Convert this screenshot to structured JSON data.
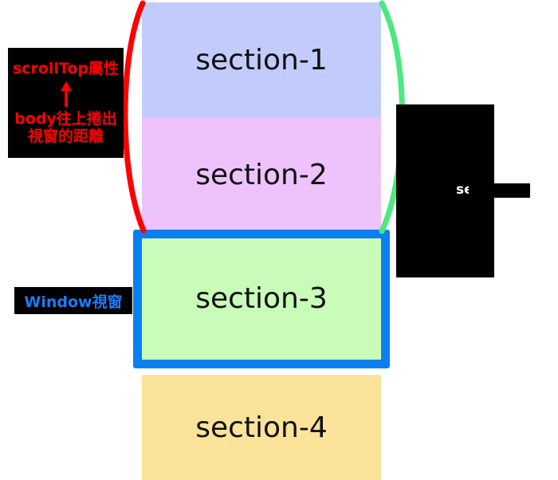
{
  "diagram": {
    "title": "scrollTop / Window viewport scrolling illustration",
    "background_color": "#ffffff"
  },
  "sections": [
    {
      "id": "section-1",
      "label": "section-1",
      "color": "#c2ccfc"
    },
    {
      "id": "section-2",
      "label": "section-2",
      "color": "#eec2fc"
    },
    {
      "id": "section-3",
      "label": "section-3",
      "color": "#c8fcb8"
    },
    {
      "id": "section-4",
      "label": "section-4",
      "color": "#fce39a"
    }
  ],
  "annotations": {
    "scroll_top_note": {
      "line1": "scrollTop屬性",
      "arrow": "↑",
      "line2": "body往上捲出",
      "line3": "視窗的距離",
      "text_color": "#ff0000",
      "background_color": "#000000"
    },
    "window_note": {
      "label": "Window視窗",
      "text_color": "#1e7bf5",
      "background_color": "#000000"
    },
    "right_note": {
      "label": "se",
      "text_color": "#ffffff",
      "background_color": "#000000"
    }
  },
  "markers": {
    "left_arc_color": "#ff0000",
    "right_arc_color": "#4ce880",
    "viewport_frame_color": "#0a80f0"
  }
}
